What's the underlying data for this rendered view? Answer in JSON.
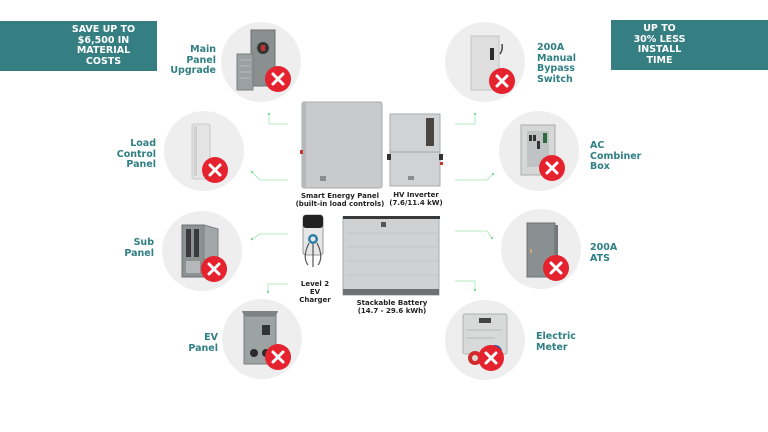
{
  "banners": {
    "left": [
      "SAVE UP TO",
      "$6,500 IN",
      "MATERIAL",
      "COSTS"
    ],
    "right": [
      "UP TO",
      "30% LESS",
      "INSTALL",
      "TIME"
    ]
  },
  "replaced_items": {
    "left": [
      {
        "id": "main-panel-upgrade",
        "lines": [
          "Main",
          "Panel",
          "Upgrade"
        ],
        "icon": "main-panel-icon"
      },
      {
        "id": "load-control-panel",
        "lines": [
          "Load",
          "Control",
          "Panel"
        ],
        "icon": "load-control-panel-icon"
      },
      {
        "id": "sub-panel",
        "lines": [
          "Sub",
          "Panel"
        ],
        "icon": "sub-panel-icon"
      },
      {
        "id": "ev-panel",
        "lines": [
          "EV",
          "Panel"
        ],
        "icon": "ev-panel-icon"
      }
    ],
    "right": [
      {
        "id": "manual-bypass-switch",
        "lines": [
          "200A",
          "Manual",
          "Bypass",
          "Switch"
        ],
        "icon": "bypass-switch-icon"
      },
      {
        "id": "ac-combiner-box",
        "lines": [
          "AC",
          "Combiner",
          "Box"
        ],
        "icon": "combiner-box-icon"
      },
      {
        "id": "ats",
        "lines": [
          "200A",
          "ATS"
        ],
        "icon": "ats-icon"
      },
      {
        "id": "electric-meter",
        "lines": [
          "Electric",
          "Meter"
        ],
        "icon": "electric-meter-icon"
      }
    ]
  },
  "products": {
    "smart_energy_panel": [
      "Smart Energy Panel",
      "(built-in load controls)"
    ],
    "hv_inverter": [
      "HV Inverter",
      "(7.6/11.4 kW)"
    ],
    "ev_charger": [
      "Level 2",
      "EV",
      "Charger"
    ],
    "battery": [
      "Stackable Battery",
      "(14.7 - 29.6 kWh)"
    ]
  },
  "colors": {
    "teal": "#357f82",
    "label_teal": "#2f7f83",
    "x_red": "#e5232f",
    "connector_green": "#8fe0a8",
    "circle_gray": "#eeeeee"
  }
}
